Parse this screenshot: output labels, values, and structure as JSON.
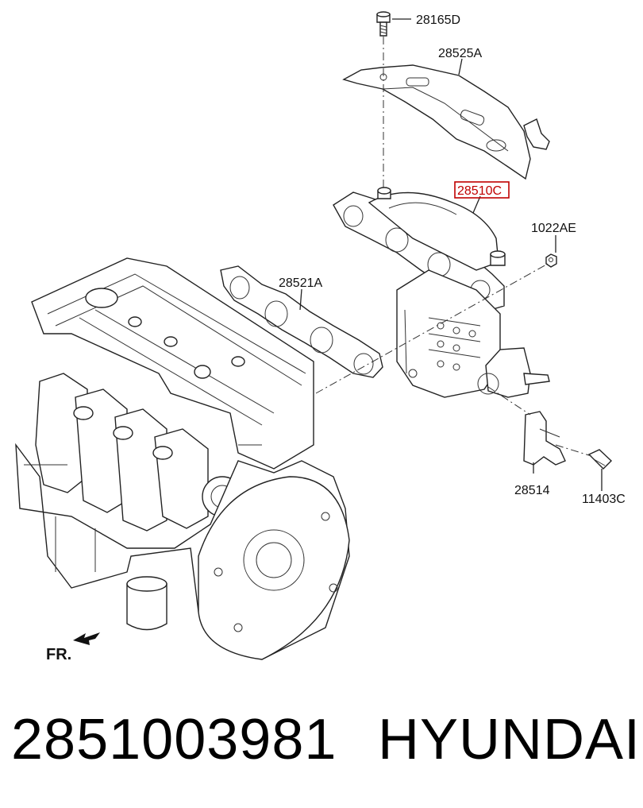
{
  "callouts": {
    "bolt_top": "28165D",
    "heat_shield": "28525A",
    "manifold_catalyst": "28510C",
    "nut": "1022AE",
    "gasket": "28521A",
    "bracket": "28514",
    "bolt_bracket": "11403C"
  },
  "orientation_label": "FR.",
  "footer": {
    "part_number": "2851003981",
    "brand": "HYUNDAI"
  },
  "colors": {
    "highlight": "#c00000",
    "line": "#222222"
  }
}
